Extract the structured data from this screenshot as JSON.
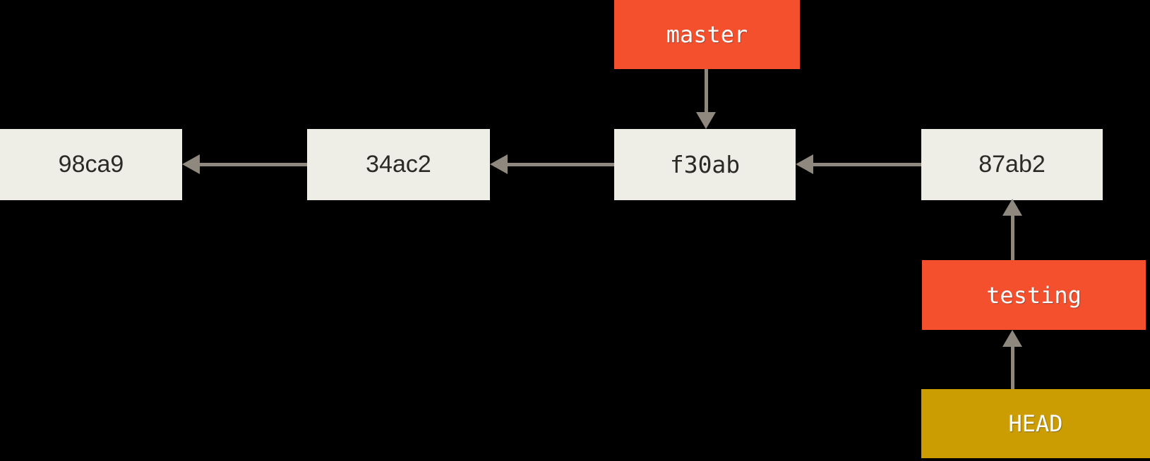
{
  "diagram": {
    "type": "git-commit-graph",
    "commits": [
      {
        "id": "98ca9"
      },
      {
        "id": "34ac2"
      },
      {
        "id": "f30ab"
      },
      {
        "id": "87ab2"
      }
    ],
    "edges": [
      {
        "from": "34ac2",
        "to": "98ca9",
        "direction": "left"
      },
      {
        "from": "f30ab",
        "to": "34ac2",
        "direction": "left"
      },
      {
        "from": "87ab2",
        "to": "f30ab",
        "direction": "left"
      },
      {
        "from": "master",
        "to": "f30ab",
        "direction": "down"
      },
      {
        "from": "testing",
        "to": "87ab2",
        "direction": "up"
      },
      {
        "from": "HEAD",
        "to": "testing",
        "direction": "up"
      }
    ],
    "branches": [
      {
        "name": "master",
        "points_to": "f30ab"
      },
      {
        "name": "testing",
        "points_to": "87ab2"
      }
    ],
    "head": {
      "label": "HEAD",
      "points_to": "testing"
    }
  },
  "colors": {
    "background": "#000000",
    "commit_box": "#efeee6",
    "commit_text": "#2b2a25",
    "branch_box": "#f4502e",
    "branch_text": "#ffffff",
    "head_box": "#cb9d03",
    "head_text": "#ffffff",
    "arrow": "#8e887e"
  }
}
